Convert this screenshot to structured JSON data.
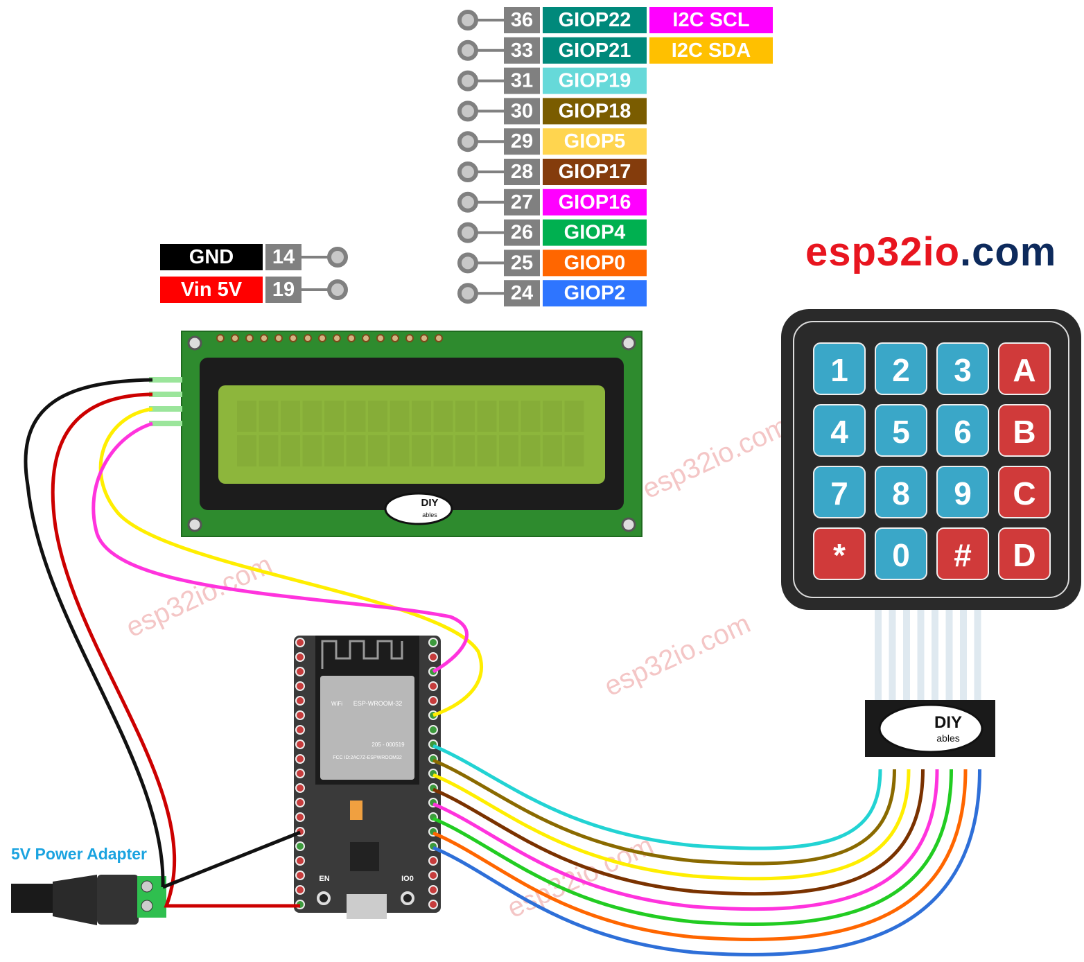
{
  "brand": {
    "part1": "esp32io",
    "part2": ".com",
    "color1": "#e8151f",
    "color2": "#0d2a5c"
  },
  "watermark": "esp32io.com",
  "power_pins": [
    {
      "name": "GND",
      "num": "14",
      "color": "#000000"
    },
    {
      "name": "Vin 5V",
      "num": "19",
      "color": "#ff0000"
    }
  ],
  "esp_pins": [
    {
      "num": "36",
      "name": "GIOP22",
      "color": "#00897b",
      "extra": "I2C SCL",
      "extra_color": "#ff00ff"
    },
    {
      "num": "33",
      "name": "GIOP21",
      "color": "#00897b",
      "extra": "I2C SDA",
      "extra_color": "#ffc000"
    },
    {
      "num": "31",
      "name": "GIOP19",
      "color": "#66d9d9"
    },
    {
      "num": "30",
      "name": "GIOP18",
      "color": "#7a5c00"
    },
    {
      "num": "29",
      "name": "GIOP5",
      "color": "#ffd54f"
    },
    {
      "num": "28",
      "name": "GIOP17",
      "color": "#843c0c"
    },
    {
      "num": "27",
      "name": "GIOP16",
      "color": "#ff00ff"
    },
    {
      "num": "26",
      "name": "GIOP4",
      "color": "#00b050"
    },
    {
      "num": "25",
      "name": "GIOP0",
      "color": "#ff6600"
    },
    {
      "num": "24",
      "name": "GIOP2",
      "color": "#2e75ff"
    }
  ],
  "keypad": {
    "keys": [
      "1",
      "2",
      "3",
      "A",
      "4",
      "5",
      "6",
      "B",
      "7",
      "8",
      "9",
      "C",
      "*",
      "0",
      "#",
      "D"
    ]
  },
  "lcd": {
    "logo": "DIY",
    "logo_sub": "ables"
  },
  "keypad_logo": {
    "logo": "DIY",
    "logo_sub": "ables"
  },
  "esp32": {
    "module": "ESP-WROOM-32",
    "cert": "205 - 000519",
    "fcc": "FCC ID:2AC7Z-ESPWROOM32",
    "btn_en": "EN",
    "btn_io0": "IO0",
    "wifi": "WiFi"
  },
  "power_adapter": {
    "label": "5V Power Adapter",
    "label_color": "#1aa3e0"
  },
  "wires": {
    "lcd": [
      "#111111",
      "#cc0000",
      "#ffee00",
      "#ff33dd"
    ],
    "keypad": [
      "#22d3d3",
      "#8a6a00",
      "#ffee00",
      "#7a3200",
      "#ff33dd",
      "#22cc22",
      "#ff6600",
      "#2e6fd8"
    ]
  }
}
